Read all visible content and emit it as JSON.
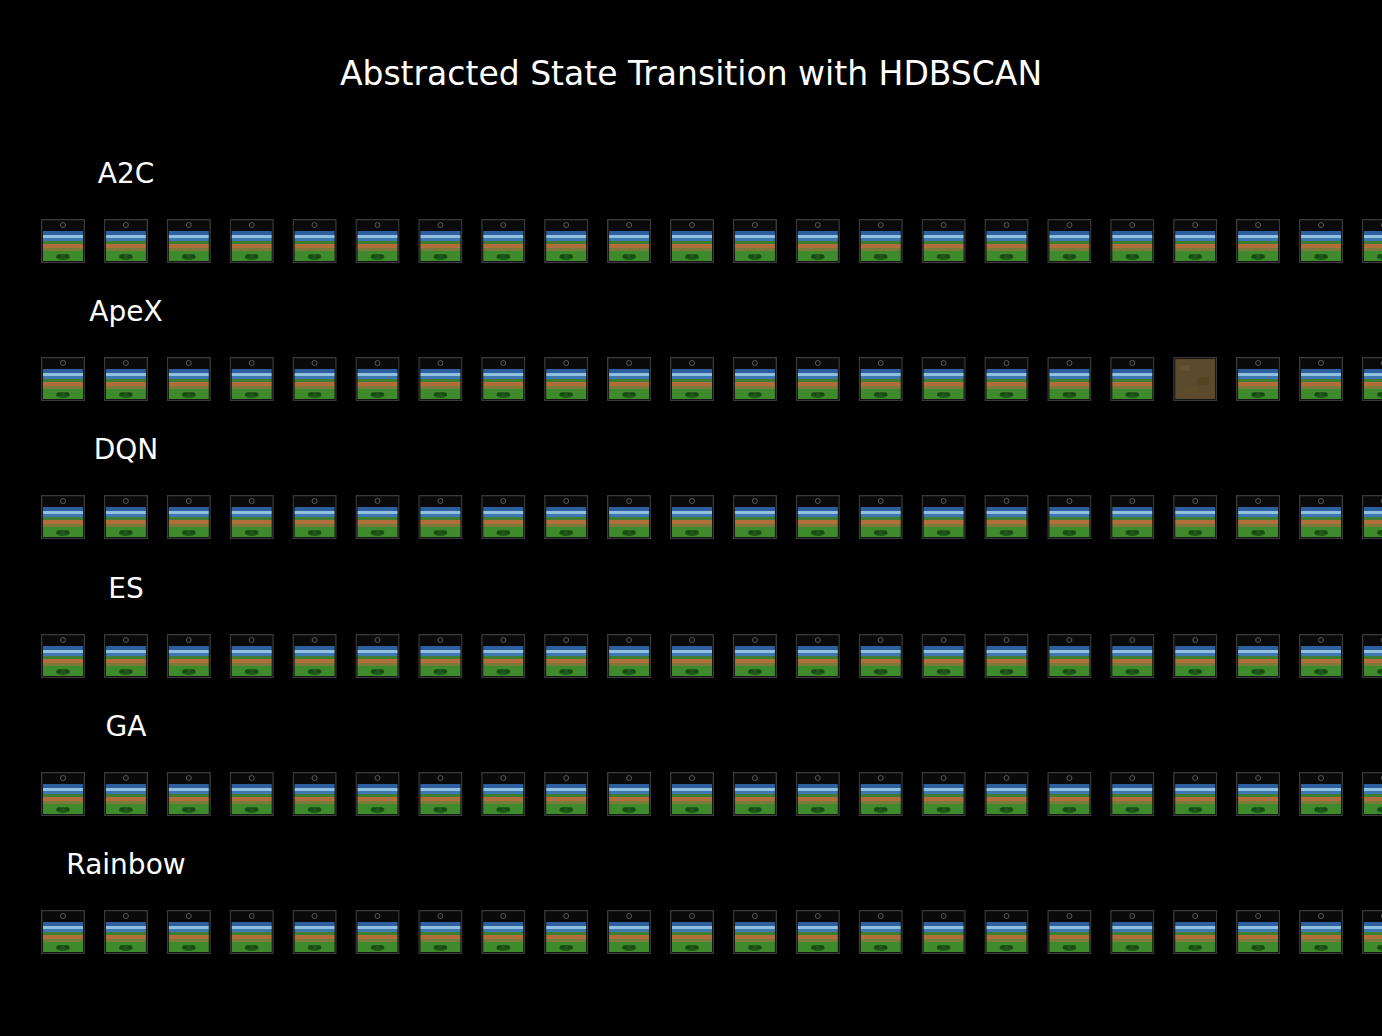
{
  "diagram": {
    "title": "Abstracted State Transition with HDBSCAN",
    "labels": [
      "A2C",
      "ApeX",
      "DQN",
      "ES",
      "GA",
      "Rainbow"
    ]
  }
}
